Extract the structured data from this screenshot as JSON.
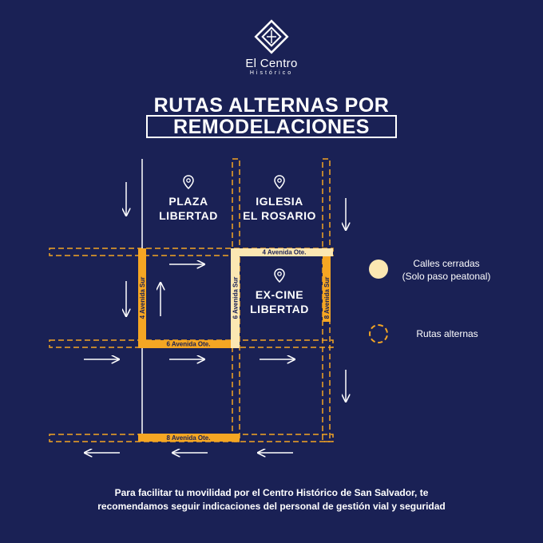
{
  "brand": {
    "name": "El Centro",
    "subtitle": "Histórico"
  },
  "title": {
    "line1": "RUTAS ALTERNAS POR",
    "line2": "REMODELACIONES"
  },
  "places": [
    {
      "line1": "PLAZA",
      "line2": "LIBERTAD"
    },
    {
      "line1": "IGLESIA",
      "line2": "EL ROSARIO"
    },
    {
      "line1": "EX-CINE",
      "line2": "LIBERTAD"
    }
  ],
  "streets": {
    "av4_ote": "4 Avenida Ote.",
    "av6_ote": "6 Avenida Ote.",
    "av8_ote": "8 Avenida Ote.",
    "av4_sur": "4 Avenida Sur",
    "av6_sur": "6 Avenida Sur",
    "av8_sur": "8 Avenida Sur"
  },
  "legend": {
    "closed_line1": "Calles cerradas",
    "closed_line2": "(Solo paso peatonal)",
    "alternate": "Rutas alternas"
  },
  "footer": {
    "line1": "Para facilitar tu movilidad por el Centro Histórico de San Salvador, te",
    "line2": "recomendamos seguir indicaciones del personal de gestión vial y seguridad"
  },
  "colors": {
    "background": "#1a2155",
    "route": "#f5a623",
    "closed": "#fbe7b2",
    "text": "#ffffff"
  }
}
